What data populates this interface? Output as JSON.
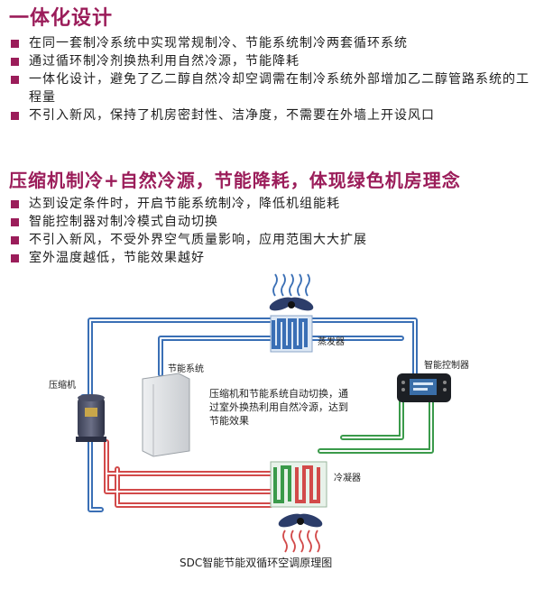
{
  "section1": {
    "title": "一体化设计",
    "bullets": [
      "在同一套制冷系统中实现常规制冷、节能系统制冷两套循环系统",
      "通过循环制冷剂换热利用自然冷源，节能降耗",
      "一体化设计，避免了乙二醇自然冷却空调需在制冷系统外部增加乙二醇管路系统的工程量",
      "不引入新风，保持了机房密封性、洁净度，不需要在外墙上开设风口"
    ]
  },
  "section2": {
    "title": "压缩机制冷+自然冷源，节能降耗，体现绿色机房理念",
    "bullets": [
      "达到设定条件时，开启节能系统制冷，降低机组能耗",
      "智能控制器对制冷模式自动切换",
      "不引入新风，不受外界空气质量影响，应用范围大大扩展",
      "室外温度越低，节能效果越好"
    ]
  },
  "diagram": {
    "labels": {
      "compressor": "压缩机",
      "economizer": "节能系统",
      "evaporator": "蒸发器",
      "controller": "智能控制器",
      "condenser": "冷凝器"
    },
    "note_lines": [
      "压缩机和节能系统自动切换，通",
      "过室外换热利用自然冷源，达到",
      "节能效果"
    ],
    "caption": "SDC智能节能双循环空调原理图"
  },
  "colors": {
    "accent": "#9b1d5a",
    "pipe_blue": "#3a6fb5",
    "pipe_red": "#d24a4a",
    "pipe_green": "#3a9a4a",
    "bullet": "#9b1d5a"
  }
}
